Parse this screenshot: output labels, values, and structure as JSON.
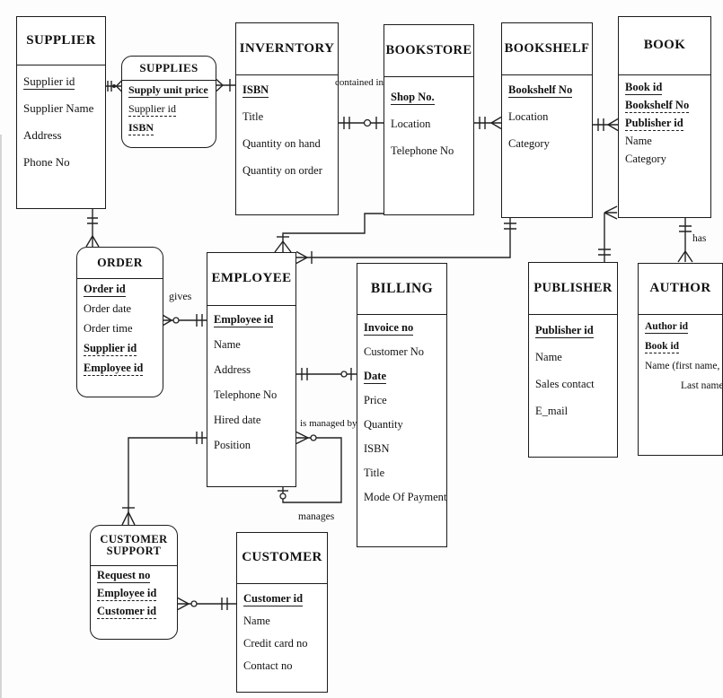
{
  "diagram": {
    "entities": [
      {
        "id": "supplier",
        "name": "SUPPLIER",
        "shape": "rect",
        "attributes": [
          {
            "text": "Supplier id",
            "underline": "solid",
            "bold": false
          },
          {
            "text": "Supplier Name",
            "underline": "none",
            "bold": false
          },
          {
            "text": "Address",
            "underline": "none",
            "bold": false
          },
          {
            "text": "Phone No",
            "underline": "none",
            "bold": false
          }
        ]
      },
      {
        "id": "supplies",
        "name": "SUPPLIES",
        "shape": "rounded",
        "attributes": [
          {
            "text": "Supply unit price",
            "underline": "solid",
            "bold": true
          },
          {
            "text": "Supplier id",
            "underline": "dashed",
            "bold": false
          },
          {
            "text": "ISBN",
            "underline": "dashed",
            "bold": true
          }
        ]
      },
      {
        "id": "inventory",
        "name": "INVERNTORY",
        "shape": "rect",
        "attributes": [
          {
            "text": "ISBN",
            "underline": "solid",
            "bold": true
          },
          {
            "text": "Title",
            "underline": "none",
            "bold": false
          },
          {
            "text": "Quantity on hand",
            "underline": "none",
            "bold": false
          },
          {
            "text": "Quantity on order",
            "underline": "none",
            "bold": false
          }
        ]
      },
      {
        "id": "bookstore",
        "name": "BOOKSTORE",
        "shape": "rect",
        "attributes": [
          {
            "text": "Shop No.",
            "underline": "solid",
            "bold": true
          },
          {
            "text": "Location",
            "underline": "none",
            "bold": false
          },
          {
            "text": "Telephone No",
            "underline": "none",
            "bold": false
          }
        ]
      },
      {
        "id": "bookshelf",
        "name": "BOOKSHELF",
        "shape": "rect",
        "attributes": [
          {
            "text": "Bookshelf No",
            "underline": "solid",
            "bold": true
          },
          {
            "text": "Location",
            "underline": "none",
            "bold": false
          },
          {
            "text": "Category",
            "underline": "none",
            "bold": false
          }
        ]
      },
      {
        "id": "book",
        "name": "BOOK",
        "shape": "rect",
        "attributes": [
          {
            "text": "Book  id",
            "underline": "solid",
            "bold": true
          },
          {
            "text": "Bookshelf No",
            "underline": "dashed",
            "bold": true
          },
          {
            "text": "Publisher id",
            "underline": "dashed",
            "bold": true
          },
          {
            "text": "Name",
            "underline": "none",
            "bold": false
          },
          {
            "text": "Category",
            "underline": "none",
            "bold": false
          }
        ]
      },
      {
        "id": "order",
        "name": "ORDER",
        "shape": "rounded",
        "attributes": [
          {
            "text": "Order id",
            "underline": "solid",
            "bold": true
          },
          {
            "text": "Order date",
            "underline": "none",
            "bold": false
          },
          {
            "text": "Order time",
            "underline": "none",
            "bold": false
          },
          {
            "text": "Supplier id",
            "underline": "dashed",
            "bold": true
          },
          {
            "text": "Employee id",
            "underline": "dashed",
            "bold": true
          }
        ]
      },
      {
        "id": "employee",
        "name": "EMPLOYEE",
        "shape": "rect",
        "attributes": [
          {
            "text": "Employee id",
            "underline": "solid",
            "bold": true
          },
          {
            "text": "Name",
            "underline": "none",
            "bold": false
          },
          {
            "text": "Address",
            "underline": "none",
            "bold": false
          },
          {
            "text": "Telephone No",
            "underline": "none",
            "bold": false
          },
          {
            "text": "Hired date",
            "underline": "none",
            "bold": false
          },
          {
            "text": "Position",
            "underline": "none",
            "bold": false
          }
        ]
      },
      {
        "id": "billing",
        "name": "BILLING",
        "shape": "rect",
        "attributes": [
          {
            "text": "Invoice no",
            "underline": "solid",
            "bold": true
          },
          {
            "text": "Customer No",
            "underline": "none",
            "bold": false
          },
          {
            "text": "Date",
            "underline": "solid",
            "bold": true
          },
          {
            "text": "Price",
            "underline": "none",
            "bold": false
          },
          {
            "text": "Quantity",
            "underline": "none",
            "bold": false
          },
          {
            "text": "ISBN",
            "underline": "none",
            "bold": false
          },
          {
            "text": "Title",
            "underline": "none",
            "bold": false
          },
          {
            "text": "Mode Of Payment",
            "underline": "none",
            "bold": false
          }
        ]
      },
      {
        "id": "publisher",
        "name": "PUBLISHER",
        "shape": "rect",
        "attributes": [
          {
            "text": "Publisher id",
            "underline": "solid",
            "bold": true
          },
          {
            "text": "Name",
            "underline": "none",
            "bold": false
          },
          {
            "text": "Sales contact",
            "underline": "none",
            "bold": false
          },
          {
            "text": "E_mail",
            "underline": "none",
            "bold": false
          }
        ]
      },
      {
        "id": "author",
        "name": "AUTHOR",
        "shape": "rect",
        "attributes": [
          {
            "text": "Author id",
            "underline": "solid",
            "bold": true
          },
          {
            "text": "Book id",
            "underline": "dashed",
            "bold": true
          },
          {
            "text": "Name (first name,",
            "underline": "none",
            "bold": false
          },
          {
            "text": "Last name)",
            "underline": "none",
            "bold": false,
            "indent": true
          }
        ]
      },
      {
        "id": "customer_support",
        "name": "CUSTOMER SUPPORT",
        "shape": "rounded",
        "attributes": [
          {
            "text": "Request no",
            "underline": "solid",
            "bold": true
          },
          {
            "text": "Employee id",
            "underline": "dashed",
            "bold": true
          },
          {
            "text": "Customer id",
            "underline": "dashed",
            "bold": true
          }
        ]
      },
      {
        "id": "customer",
        "name": "CUSTOMER",
        "shape": "rect",
        "attributes": [
          {
            "text": "Customer id",
            "underline": "solid",
            "bold": true
          },
          {
            "text": "Name",
            "underline": "none",
            "bold": false
          },
          {
            "text": "Credit card no",
            "underline": "none",
            "bold": false
          },
          {
            "text": "Contact no",
            "underline": "none",
            "bold": false
          }
        ]
      }
    ],
    "relationship_labels": [
      {
        "id": "contained_in",
        "text": "contained in"
      },
      {
        "id": "gives",
        "text": "gives"
      },
      {
        "id": "is_managed_by",
        "text": "is managed by"
      },
      {
        "id": "manages",
        "text": "manages"
      },
      {
        "id": "has",
        "text": "has"
      }
    ],
    "line_color": "#222222",
    "box_border_color": "#1c1c1c"
  }
}
